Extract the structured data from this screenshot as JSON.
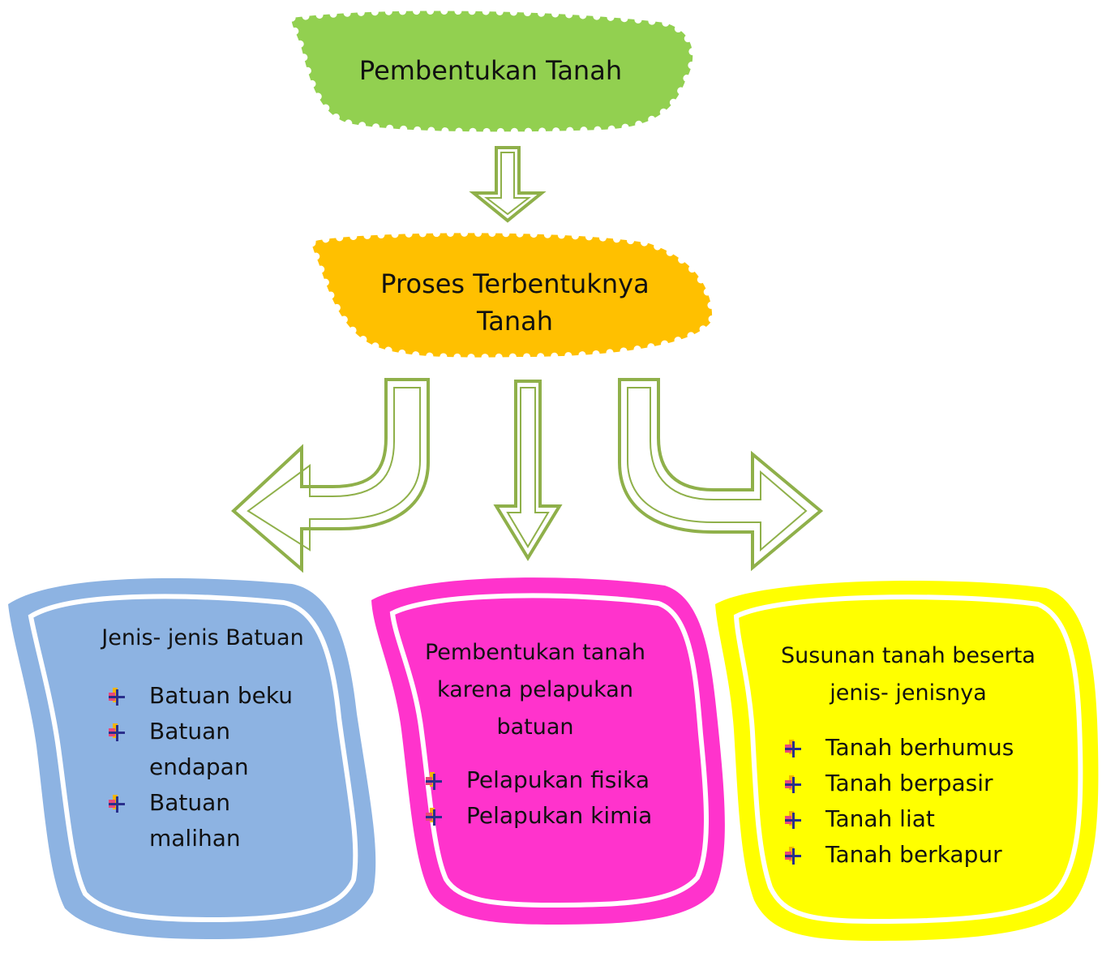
{
  "top_node": {
    "label": "Pembentukan Tanah"
  },
  "middle_node": {
    "label_line1": "Proses Terbentuknya",
    "label_line2": "Tanah"
  },
  "left_box": {
    "title": "Jenis- jenis Batuan",
    "items": [
      {
        "lines": [
          "Batuan beku"
        ]
      },
      {
        "lines": [
          "Batuan",
          "endapan"
        ]
      },
      {
        "lines": [
          "Batuan",
          "malihan"
        ]
      }
    ]
  },
  "center_box": {
    "title_line1": "Pembentukan tanah",
    "title_line2": "karena pelapukan",
    "title_line3": "batuan",
    "items": [
      {
        "lines": [
          "Pelapukan fisika"
        ]
      },
      {
        "lines": [
          "Pelapukan kimia"
        ]
      }
    ]
  },
  "right_box": {
    "title_line1": "Susunan tanah beserta",
    "title_line2": "jenis- jenisnya",
    "items": [
      {
        "lines": [
          "Tanah berhumus"
        ]
      },
      {
        "lines": [
          "Tanah berpasir"
        ]
      },
      {
        "lines": [
          "Tanah liat"
        ]
      },
      {
        "lines": [
          "Tanah berkapur"
        ]
      }
    ]
  },
  "colors": {
    "green_node": "#92d050",
    "orange_node": "#ffc000",
    "arrow_stroke": "#8fb04a",
    "blue_box": "#8db3e2",
    "pink_box": "#ff33cc",
    "yellow_box": "#ffff00"
  },
  "icons": [
    "arrow-down-icon",
    "curved-arrow-left-icon",
    "curved-arrow-right-icon",
    "bullet-icon"
  ]
}
